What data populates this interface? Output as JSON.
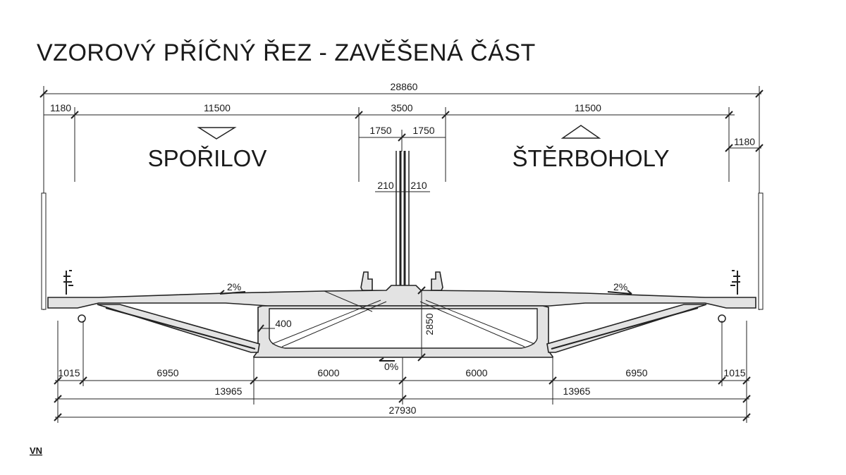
{
  "title": "VZOROVÝ PŘÍČNÝ ŘEZ - ZAVĚŠENÁ ČÁST",
  "directions": {
    "left": "SPOŘILOV",
    "right": "ŠTĚRBOHOLY"
  },
  "top_dimensions": {
    "total": "28860",
    "left_edge": "1180",
    "left_deck": "11500",
    "center": "3500",
    "center_half_left": "1750",
    "center_half_right": "1750",
    "right_deck": "11500",
    "right_edge": "1180",
    "pylon_left": "210",
    "pylon_right": "210"
  },
  "section_dimensions": {
    "web": "400",
    "height": "2850",
    "slope_left": "2%",
    "slope_right": "2%",
    "slope_bottom": "0%"
  },
  "bottom_dimensions": {
    "row1": [
      "1015",
      "6950",
      "6000",
      "6000",
      "6950",
      "1015"
    ],
    "half_left": "13965",
    "half_right": "13965",
    "total": "27930"
  },
  "footer_mark": "VN"
}
